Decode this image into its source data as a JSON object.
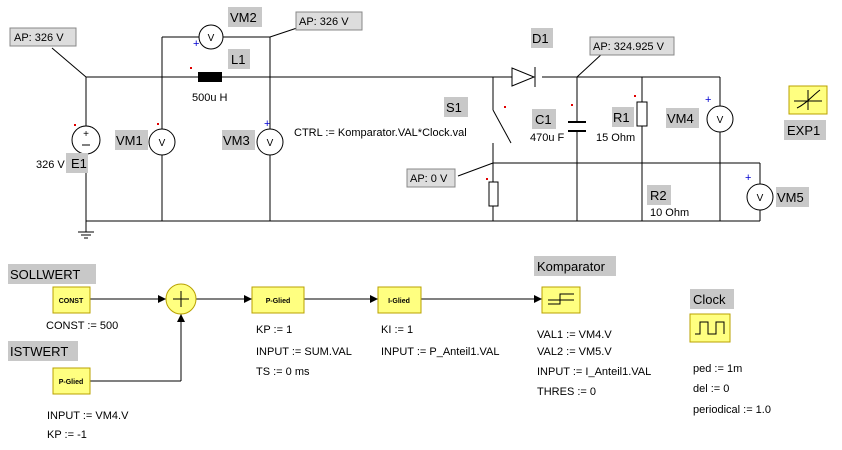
{
  "circuit": {
    "E1": {
      "name": "E1",
      "value": "326 V"
    },
    "L1": {
      "name": "L1",
      "value": "500u H"
    },
    "D1": {
      "name": "D1"
    },
    "S1": {
      "name": "S1",
      "ctrl": "CTRL := Komparator.VAL*Clock.val"
    },
    "C1": {
      "name": "C1",
      "value": "470u F"
    },
    "R1": {
      "name": "R1",
      "value": "15 Ohm"
    },
    "R2": {
      "name": "R2",
      "value": "10 Ohm"
    },
    "meters": {
      "VM1": "VM1",
      "VM2": "VM2",
      "VM3": "VM3",
      "VM4": "VM4",
      "VM5": "VM5",
      "glyph": "V"
    },
    "EXP1": "EXP1",
    "probes": {
      "ap1": "AP: 326 V",
      "ap2": "AP: 326 V",
      "ap3": "AP: 324.925 V",
      "ap4": "AP: 0 V"
    }
  },
  "control": {
    "sollwert": {
      "title": "SOLLWERT",
      "block": "CONST",
      "param": "CONST := 500"
    },
    "istwert": {
      "title": "ISTWERT",
      "block": "P-Glied",
      "params": [
        "INPUT := VM4.V",
        "KP := -1"
      ]
    },
    "p_glied": {
      "block": "P-Glied",
      "params": [
        "KP := 1",
        "INPUT := SUM.VAL",
        "TS := 0 ms"
      ]
    },
    "i_glied": {
      "block": "I-Glied",
      "params": [
        "KI := 1",
        "INPUT := P_Anteil1.VAL"
      ]
    },
    "komparator": {
      "title": "Komparator",
      "params": [
        "VAL1 := VM4.V",
        "VAL2 := VM5.V",
        "INPUT := I_Anteil1.VAL",
        "THRES := 0"
      ]
    },
    "clock": {
      "title": "Clock",
      "params": [
        "ped := 1m",
        "del := 0",
        "periodical := 1.0"
      ]
    }
  }
}
